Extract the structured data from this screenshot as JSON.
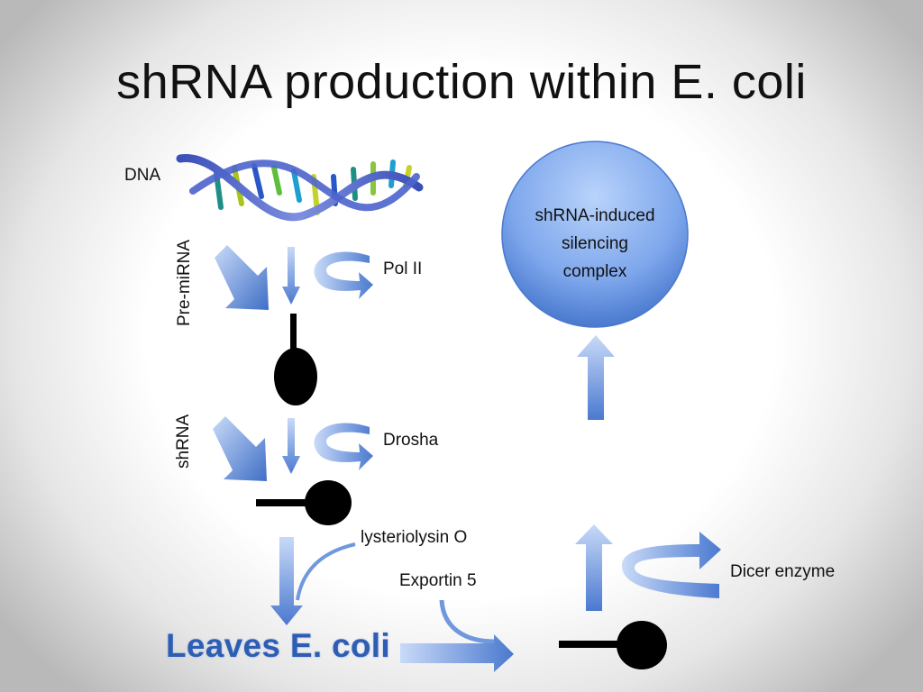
{
  "slide": {
    "title": "shRNA production within E. coli"
  },
  "labels": {
    "dna": "DNA",
    "pre_mirna": "Pre-miRNA",
    "pol_ii": "Pol II",
    "shrna": "shRNA",
    "drosha": "Drosha",
    "lysteriolysin": "lysteriolysin O",
    "exportin": "Exportin 5",
    "leaves": "Leaves E. coli",
    "dicer": "Dicer enzyme",
    "complex": "shRNA-induced\nsilencing\ncomplex"
  },
  "colors": {
    "arrow_light": "#c9daf8",
    "arrow_dark": "#4a79cf",
    "sphere_light": "#a9c8f8",
    "sphere_dark": "#3e6fc8",
    "leaves_text": "#2e5eb3",
    "hairpin": "#000000"
  }
}
